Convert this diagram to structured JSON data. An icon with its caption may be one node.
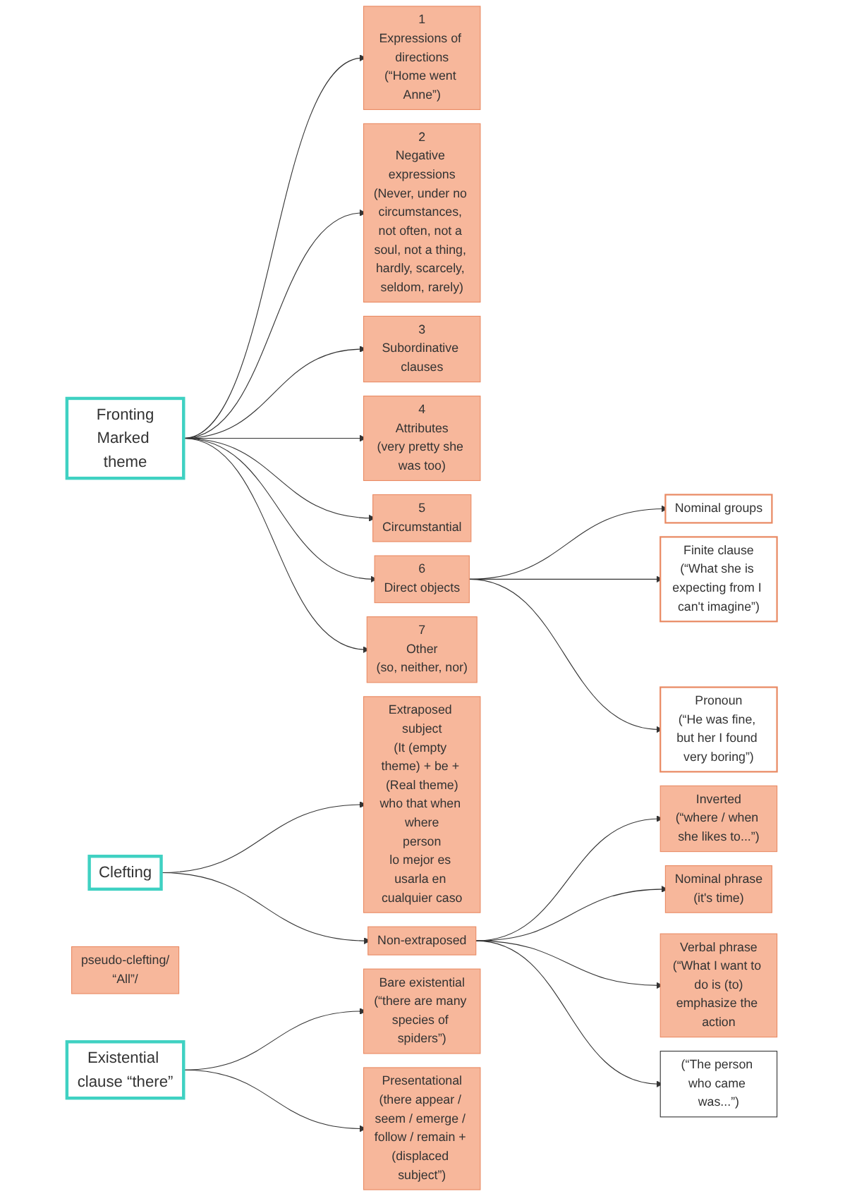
{
  "diagram": {
    "nodes": [
      {
        "text": [
          "Fronting",
          "Marked theme"
        ]
      },
      {
        "text": [
          "1",
          "Expressions of directions",
          "(“Home went Anne”)"
        ]
      },
      {
        "text": [
          "2",
          "Negative expressions",
          "(Never, under no circumstances, not often, not a soul, not a thing, hardly, scarcely, seldom, rarely)"
        ]
      },
      {
        "text": [
          "3",
          "Subordinative clauses"
        ]
      },
      {
        "text": [
          "4",
          "Attributes",
          "(very pretty she was too)"
        ]
      },
      {
        "text": [
          "5",
          "Circumstantial"
        ]
      },
      {
        "text": [
          "6",
          "Direct objects"
        ]
      },
      {
        "text": [
          "Nominal groups"
        ]
      },
      {
        "text": [
          "Finite clause",
          "(“What she is expecting from I can't imagine”)"
        ]
      },
      {
        "text": [
          "Pronoun",
          "(“He was fine, but her I found very boring”)"
        ]
      },
      {
        "text": [
          "7",
          "Other",
          "(so, neither, nor)"
        ]
      },
      {
        "text": [
          "Clefting"
        ]
      },
      {
        "text": [
          "Extraposed subject",
          "(It (empty theme) + be + (Real theme)",
          "who that when where",
          "person",
          "lo mejor es usarla en cualquier caso"
        ]
      },
      {
        "text": [
          "Non-extraposed"
        ]
      },
      {
        "text": [
          "Inverted",
          "(“where / when she likes to...”)"
        ]
      },
      {
        "text": [
          "Nominal phrase",
          "(it's time)"
        ]
      },
      {
        "text": [
          "pseudo-clefting/",
          "“All”/"
        ]
      },
      {
        "text": [
          "Verbal phrase",
          "(“What I want to do is (to)",
          "emphasize the action"
        ]
      },
      {
        "text": [
          "(“The person who came was...”)"
        ]
      },
      {
        "text": [
          "Existential clause “there”"
        ]
      },
      {
        "text": [
          "Bare existential",
          "(“there are many species of spiders”)"
        ]
      },
      {
        "text": [
          "Presentational",
          "(there appear / seem / emerge / follow / remain + (displaced subject”)"
        ]
      }
    ],
    "edges": [
      {
        "from": 0,
        "to": 1,
        "arrow": "to"
      },
      {
        "from": 0,
        "to": 2,
        "arrow": "to"
      },
      {
        "from": 0,
        "to": 3,
        "arrow": "to"
      },
      {
        "from": 0,
        "to": 4,
        "arrow": "to"
      },
      {
        "from": 0,
        "to": 5,
        "arrow": "to"
      },
      {
        "from": 0,
        "to": 6,
        "arrow": "to"
      },
      {
        "from": 6,
        "to": 7,
        "arrow": "to"
      },
      {
        "from": 6,
        "to": 8,
        "arrow": "to"
      },
      {
        "from": 6,
        "to": 9,
        "arrow": "to"
      },
      {
        "from": 0,
        "to": 10,
        "arrow": "to"
      },
      {
        "from": 11,
        "to": 12,
        "arrow": "to"
      },
      {
        "from": 11,
        "to": 13,
        "arrow": "to"
      },
      {
        "from": 13,
        "to": 14,
        "arrow": "to"
      },
      {
        "from": 13,
        "to": 15,
        "arrow": "to"
      },
      {
        "from": 13,
        "to": 17,
        "arrow": "to"
      },
      {
        "from": 13,
        "to": 18,
        "arrow": "to"
      },
      {
        "from": 19,
        "to": 20,
        "arrow": "to"
      },
      {
        "from": 19,
        "to": 21,
        "arrow": "to"
      }
    ]
  }
}
